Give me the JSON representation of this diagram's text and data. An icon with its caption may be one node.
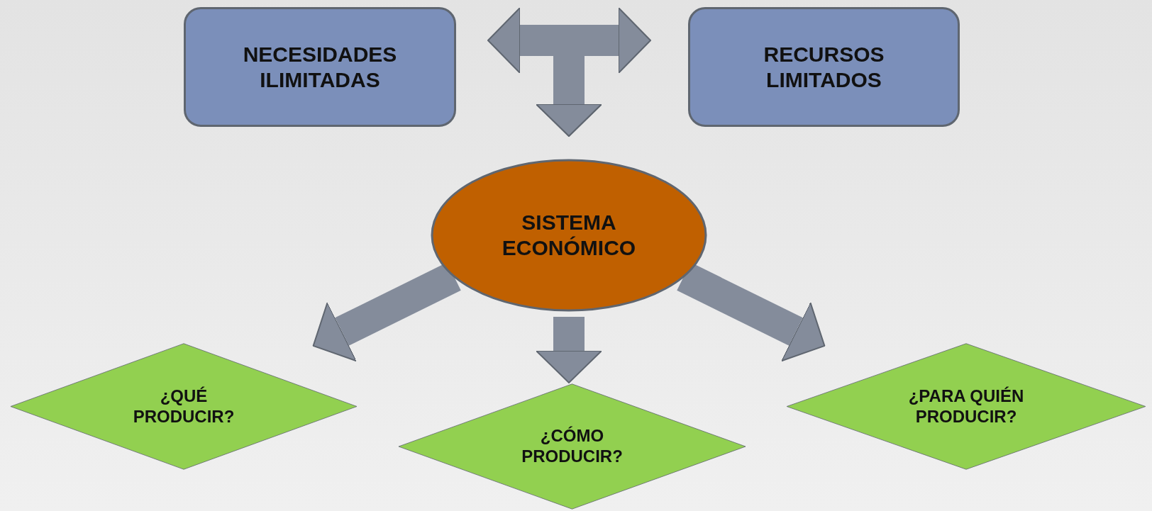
{
  "diagram": {
    "nodes": [
      {
        "text": [
          "NECESIDADES ILIMITADAS"
        ]
      },
      {
        "text": [
          "RECURSOS LIMITADOS"
        ]
      },
      {
        "text": [
          "SISTEMA ECONÓMICO"
        ]
      },
      {
        "text": [
          "¿QUÉ PRODUCIR?"
        ]
      },
      {
        "text": [
          "¿CÓMO PRODUCIR?"
        ]
      },
      {
        "text": [
          "¿PARA QUIÉN PRODUCIR?"
        ]
      }
    ],
    "edges": [
      {
        "from": 0,
        "to": 2,
        "arrow": "both"
      },
      {
        "from": 1,
        "to": 2,
        "arrow": "both"
      },
      {
        "from": 2,
        "to": 3,
        "arrow": "to"
      },
      {
        "from": 2,
        "to": 4,
        "arrow": "to"
      },
      {
        "from": 2,
        "to": 5,
        "arrow": "to"
      }
    ]
  }
}
